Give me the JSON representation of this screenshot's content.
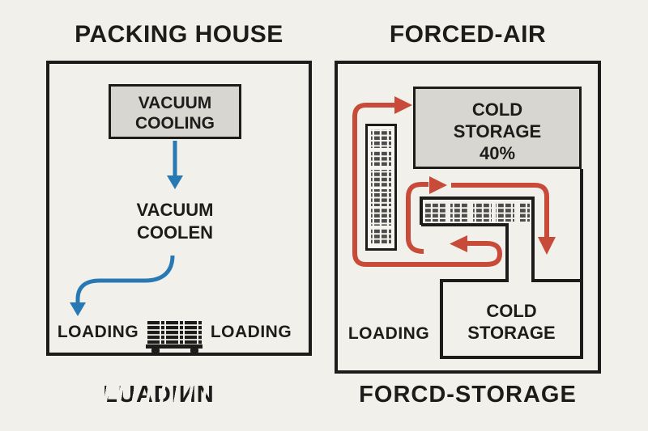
{
  "colors": {
    "bg": "#f2f0ea",
    "ink": "#1d1c1a",
    "box_gray": "#d8d6d1",
    "blue": "#2878b4",
    "red": "#c84a38",
    "unit_bg": "#f7f5f0",
    "grid": "#4c4c4c"
  },
  "left": {
    "title": "PACKING HOUSE",
    "box": [
      "VACUUM",
      "COOLING"
    ],
    "process": [
      "VACUUM",
      "COOLEN"
    ],
    "loading_left": "LOADING",
    "loading_right": "LOADING",
    "caption": "LUADIИN"
  },
  "right": {
    "title": "FORCED-AIR",
    "storage_box": [
      "COLD",
      "STORAGE",
      "40%"
    ],
    "room": [
      "COLD",
      "STORAGE"
    ],
    "loading": "LOADING",
    "caption": "FORCD-STORAGE"
  },
  "icons": {
    "pallet": "pallet-icon",
    "fan_coil": "fan-coil-icon",
    "down_arrow": "blue-down-arrow-icon",
    "curved_arrow": "blue-curved-arrow-icon",
    "airflow": "red-airflow-arrows"
  }
}
